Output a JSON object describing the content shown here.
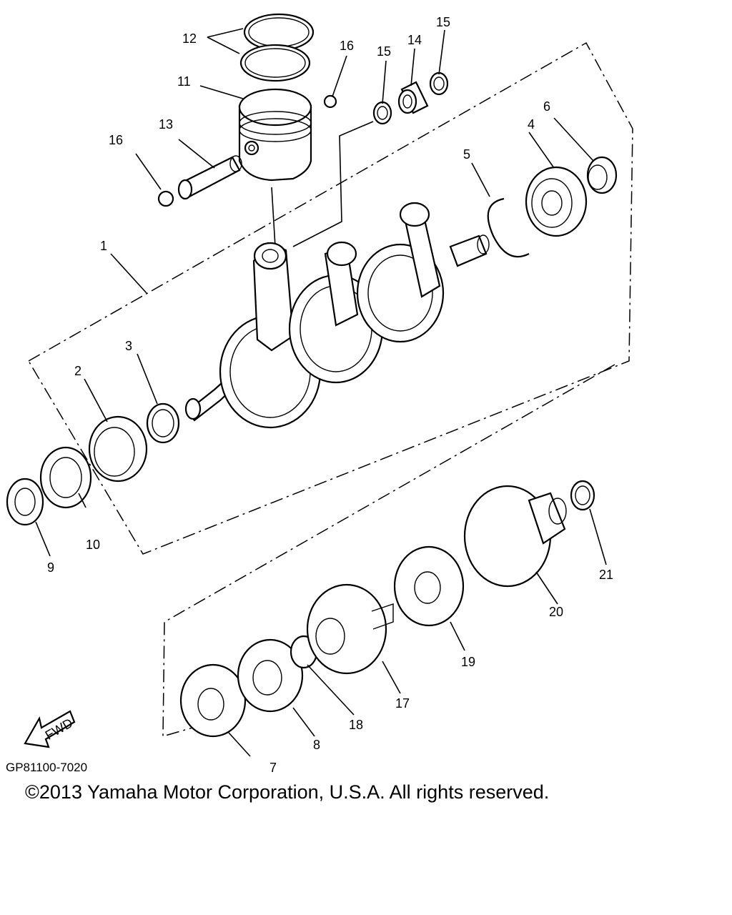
{
  "diagram_code": "GP81100-7020",
  "copyright": "©2013 Yamaha Motor Corporation, U.S.A. All rights reserved.",
  "fwd_label": "FWD",
  "callouts": {
    "n1": "1",
    "n2": "2",
    "n3": "3",
    "n4": "4",
    "n5": "5",
    "n6": "6",
    "n7": "7",
    "n8": "8",
    "n9": "9",
    "n10": "10",
    "n11": "11",
    "n12": "12",
    "n13": "13",
    "n14": "14",
    "n15a": "15",
    "n15b": "15",
    "n16a": "16",
    "n16b": "16",
    "n17": "17",
    "n18": "18",
    "n19": "19",
    "n20": "20",
    "n21": "21"
  }
}
